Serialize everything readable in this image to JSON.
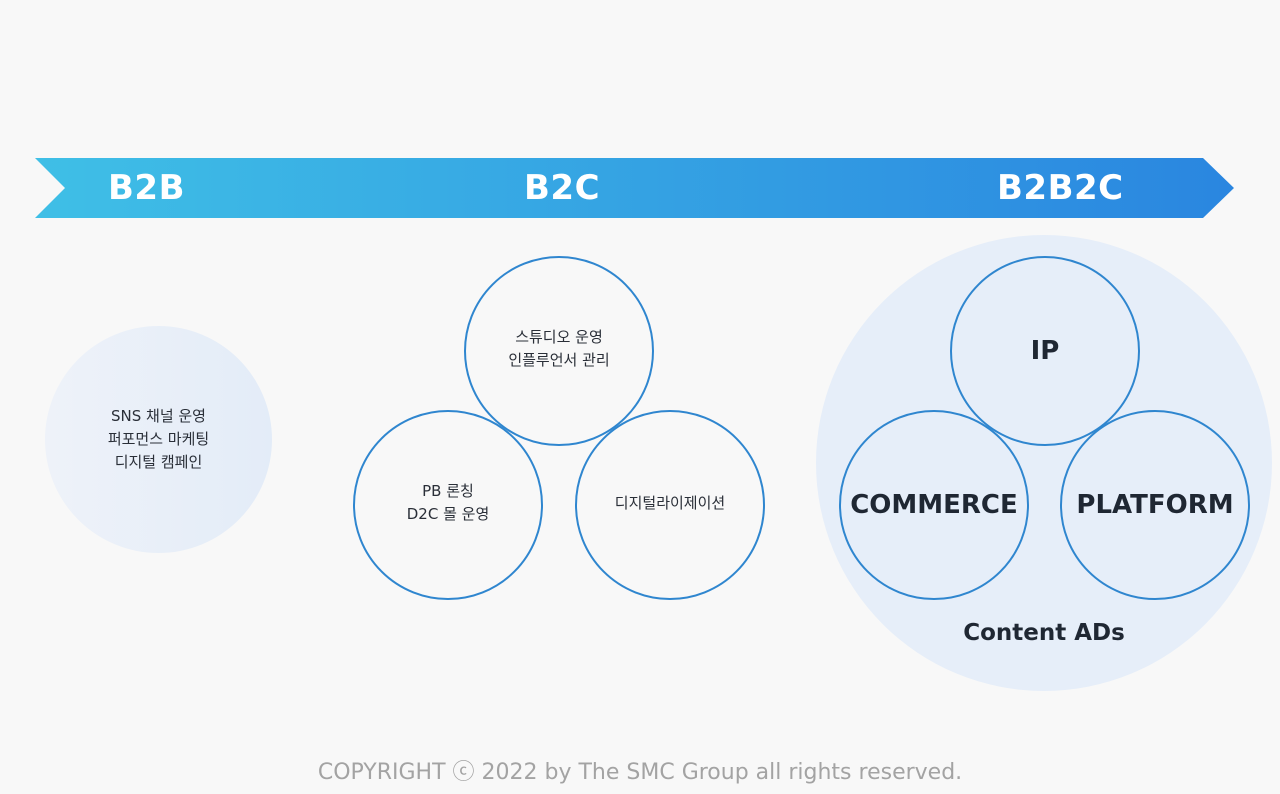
{
  "arrow": {
    "colors": {
      "start": "#3fbfe6",
      "end": "#2a86e0"
    },
    "stages": [
      {
        "label": "B2B"
      },
      {
        "label": "B2C"
      },
      {
        "label": "B2B2C"
      }
    ]
  },
  "b2b": {
    "lines": [
      "SNS 채널 운영",
      "퍼포먼스 마케팅",
      "디지털 캠페인"
    ]
  },
  "b2c": {
    "studio": {
      "lines": [
        "스튜디오 운영",
        "인플루언서 관리"
      ]
    },
    "pb": {
      "lines": [
        "PB 론칭",
        "D2C 몰 운영"
      ]
    },
    "digital": {
      "lines": [
        "디지털라이제이션"
      ]
    }
  },
  "b2b2c": {
    "ip": "IP",
    "commerce": "COMMERCE",
    "platform": "PLATFORM",
    "content_ads": "Content ADs"
  },
  "footer": {
    "copyright": "COPYRIGHT ⓒ 2022 by The SMC Group all rights reserved."
  },
  "colors": {
    "ring": "#2f86cf",
    "soft_circle": "#e6eef9",
    "text_dark": "#1f2733",
    "footer_text": "#a3a3a3"
  }
}
